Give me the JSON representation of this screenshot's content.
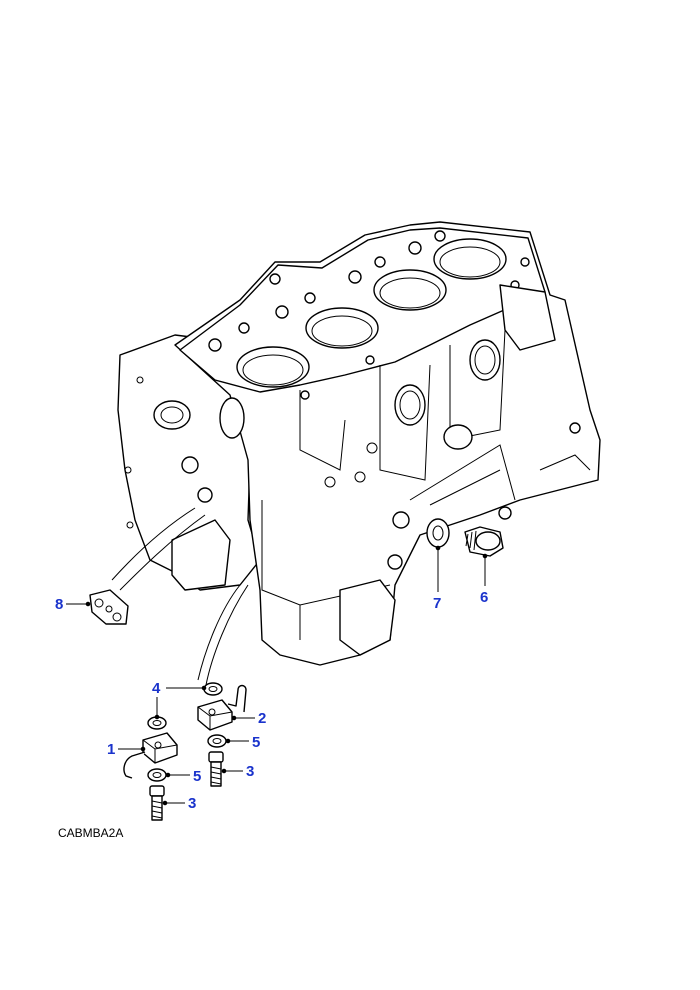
{
  "diagram": {
    "reference_code": "CABMBA2A",
    "callout_color": "#1a33cc",
    "line_color": "#000000",
    "callouts": [
      {
        "id": "c1",
        "label": "1"
      },
      {
        "id": "c2",
        "label": "2"
      },
      {
        "id": "c3a",
        "label": "3"
      },
      {
        "id": "c3b",
        "label": "3"
      },
      {
        "id": "c4",
        "label": "4"
      },
      {
        "id": "c5a",
        "label": "5"
      },
      {
        "id": "c5b",
        "label": "5"
      },
      {
        "id": "c6",
        "label": "6"
      },
      {
        "id": "c7",
        "label": "7"
      },
      {
        "id": "c8",
        "label": "8"
      }
    ]
  }
}
